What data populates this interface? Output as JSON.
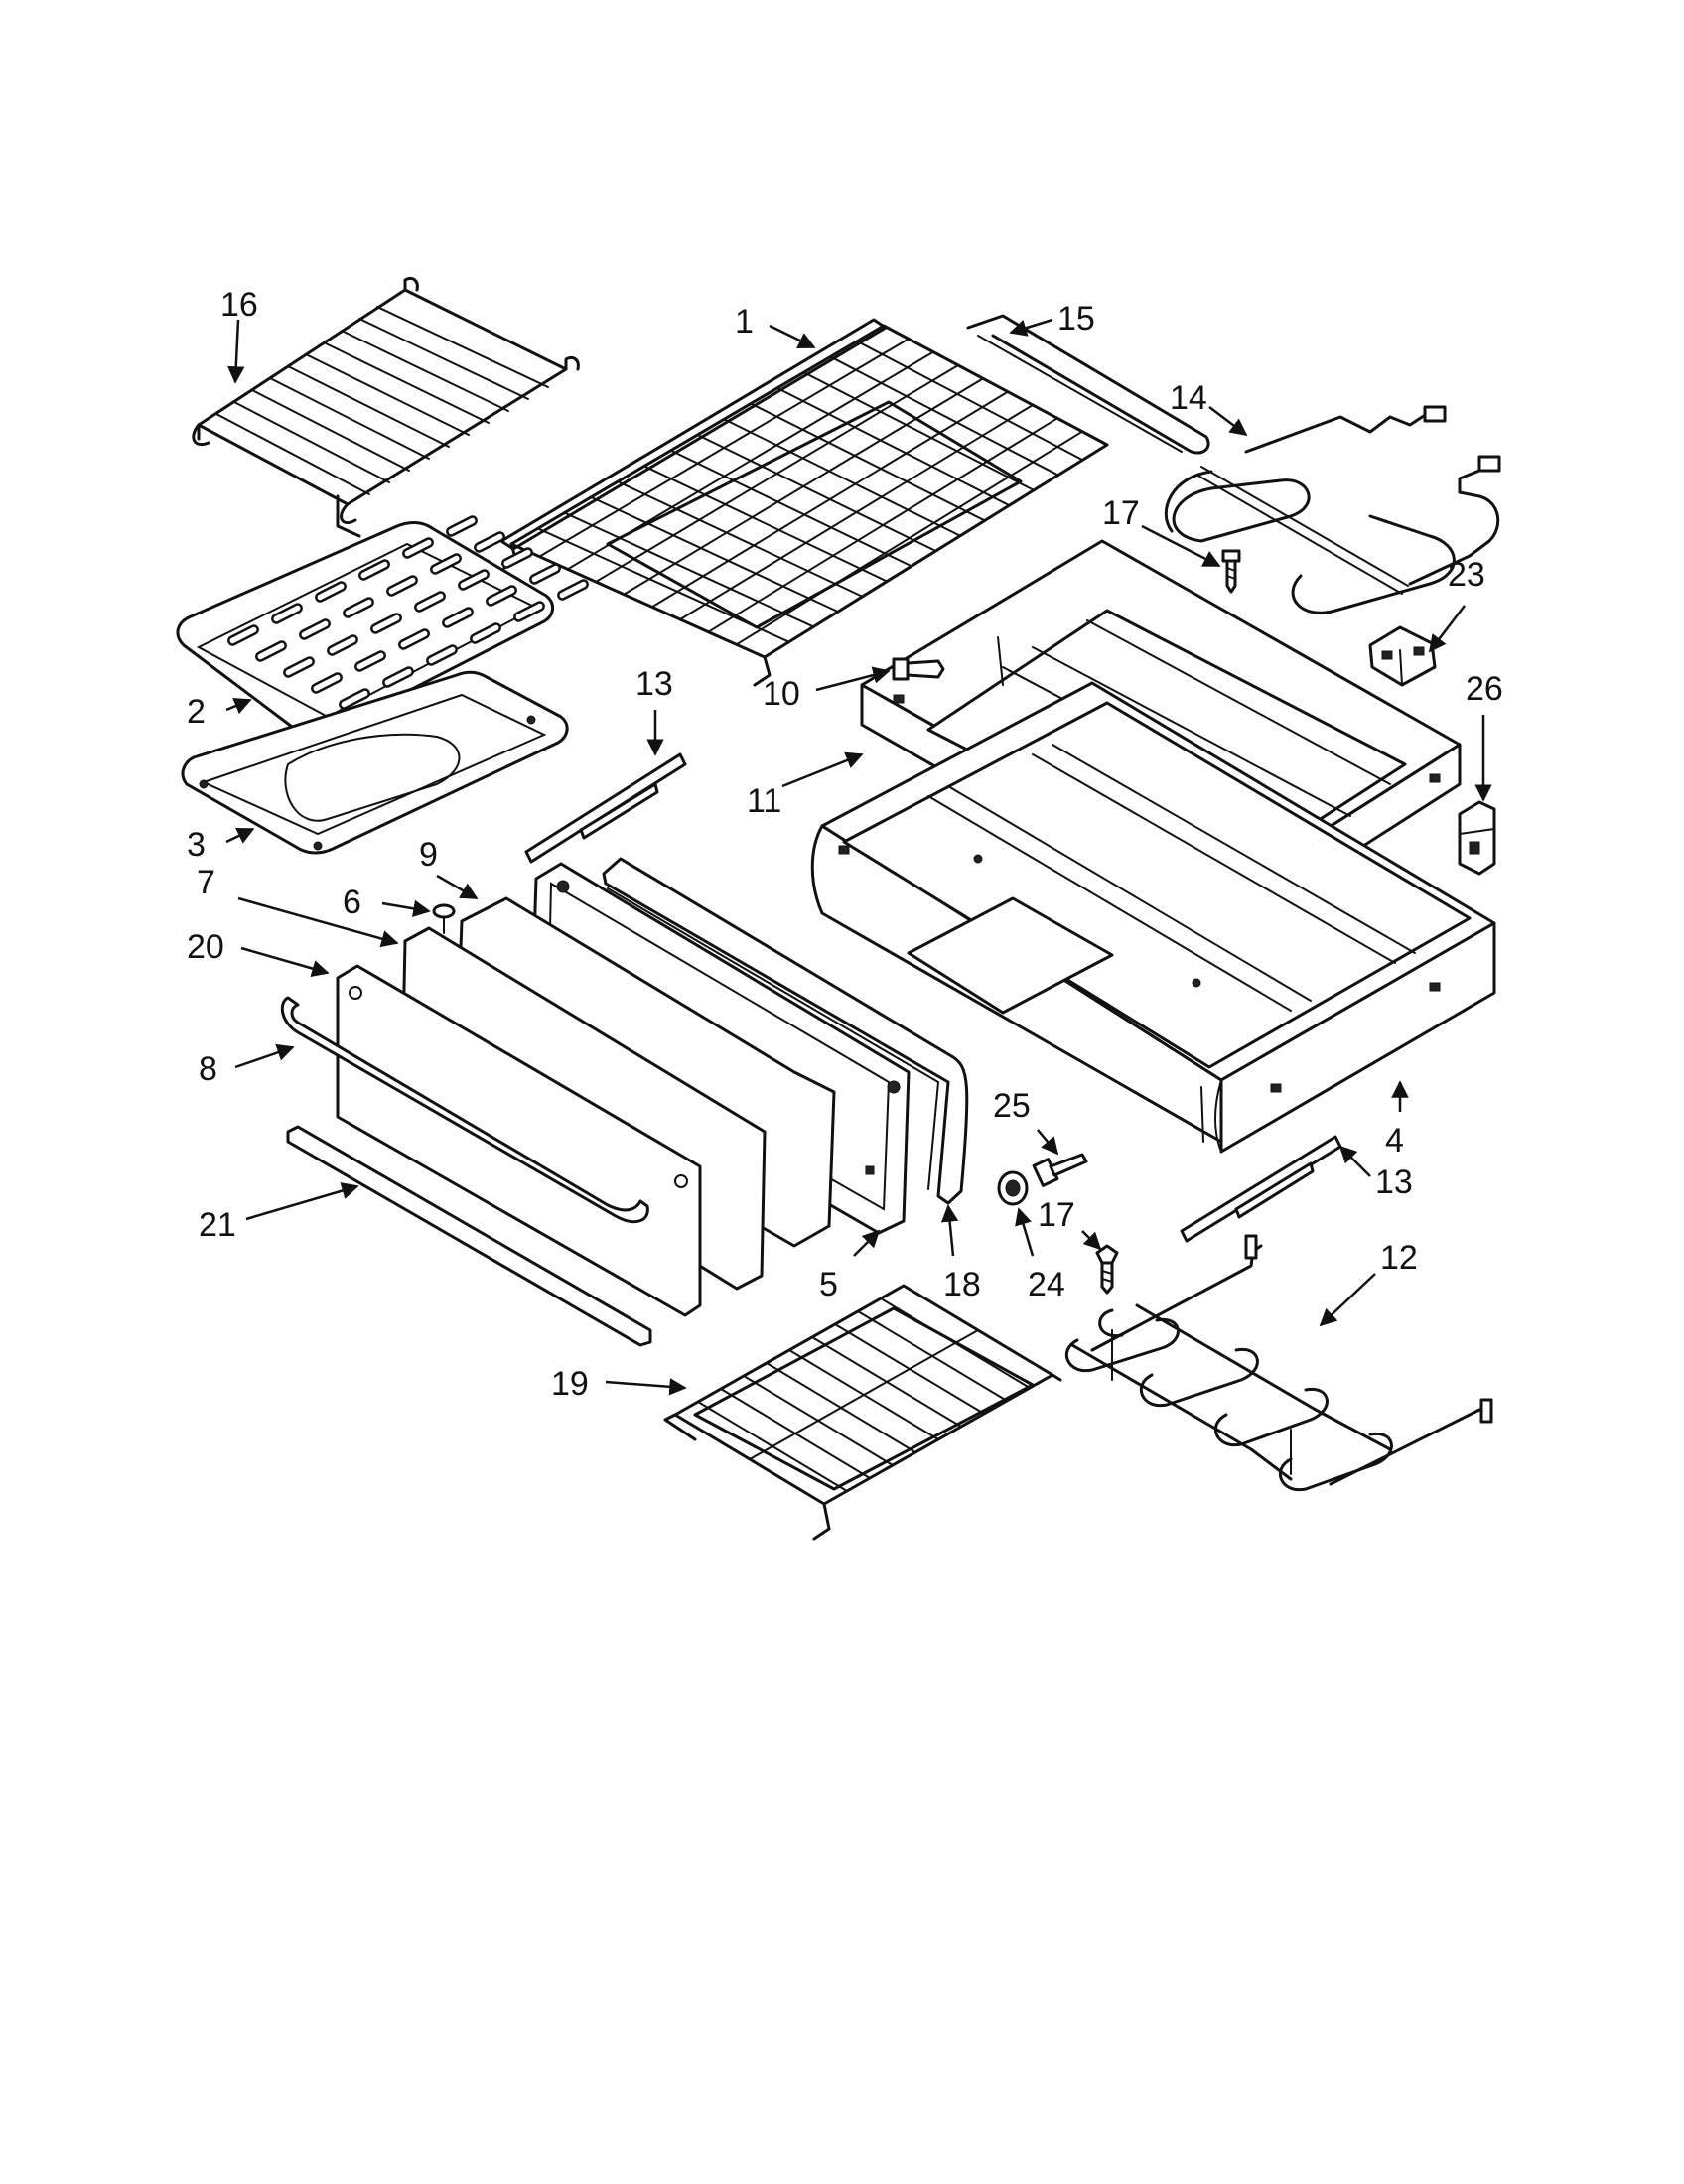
{
  "colors": {
    "ink": "#111111",
    "paper": "#ffffff"
  },
  "callouts": [
    {
      "id": "c16",
      "label": "16"
    },
    {
      "id": "c1",
      "label": "1"
    },
    {
      "id": "c15",
      "label": "15"
    },
    {
      "id": "c14",
      "label": "14"
    },
    {
      "id": "c17a",
      "label": "17"
    },
    {
      "id": "c23",
      "label": "23"
    },
    {
      "id": "c2",
      "label": "2"
    },
    {
      "id": "c13a",
      "label": "13"
    },
    {
      "id": "c10",
      "label": "10"
    },
    {
      "id": "c26",
      "label": "26"
    },
    {
      "id": "c11",
      "label": "11"
    },
    {
      "id": "c3",
      "label": "3"
    },
    {
      "id": "c9",
      "label": "9"
    },
    {
      "id": "c7",
      "label": "7"
    },
    {
      "id": "c6",
      "label": "6"
    },
    {
      "id": "c20",
      "label": "20"
    },
    {
      "id": "c8",
      "label": "8"
    },
    {
      "id": "c25",
      "label": "25"
    },
    {
      "id": "c4",
      "label": "4"
    },
    {
      "id": "c13b",
      "label": "13"
    },
    {
      "id": "c17b",
      "label": "17"
    },
    {
      "id": "c21",
      "label": "21"
    },
    {
      "id": "c12",
      "label": "12"
    },
    {
      "id": "c5",
      "label": "5"
    },
    {
      "id": "c18",
      "label": "18"
    },
    {
      "id": "c24",
      "label": "24"
    },
    {
      "id": "c19",
      "label": "19"
    }
  ]
}
